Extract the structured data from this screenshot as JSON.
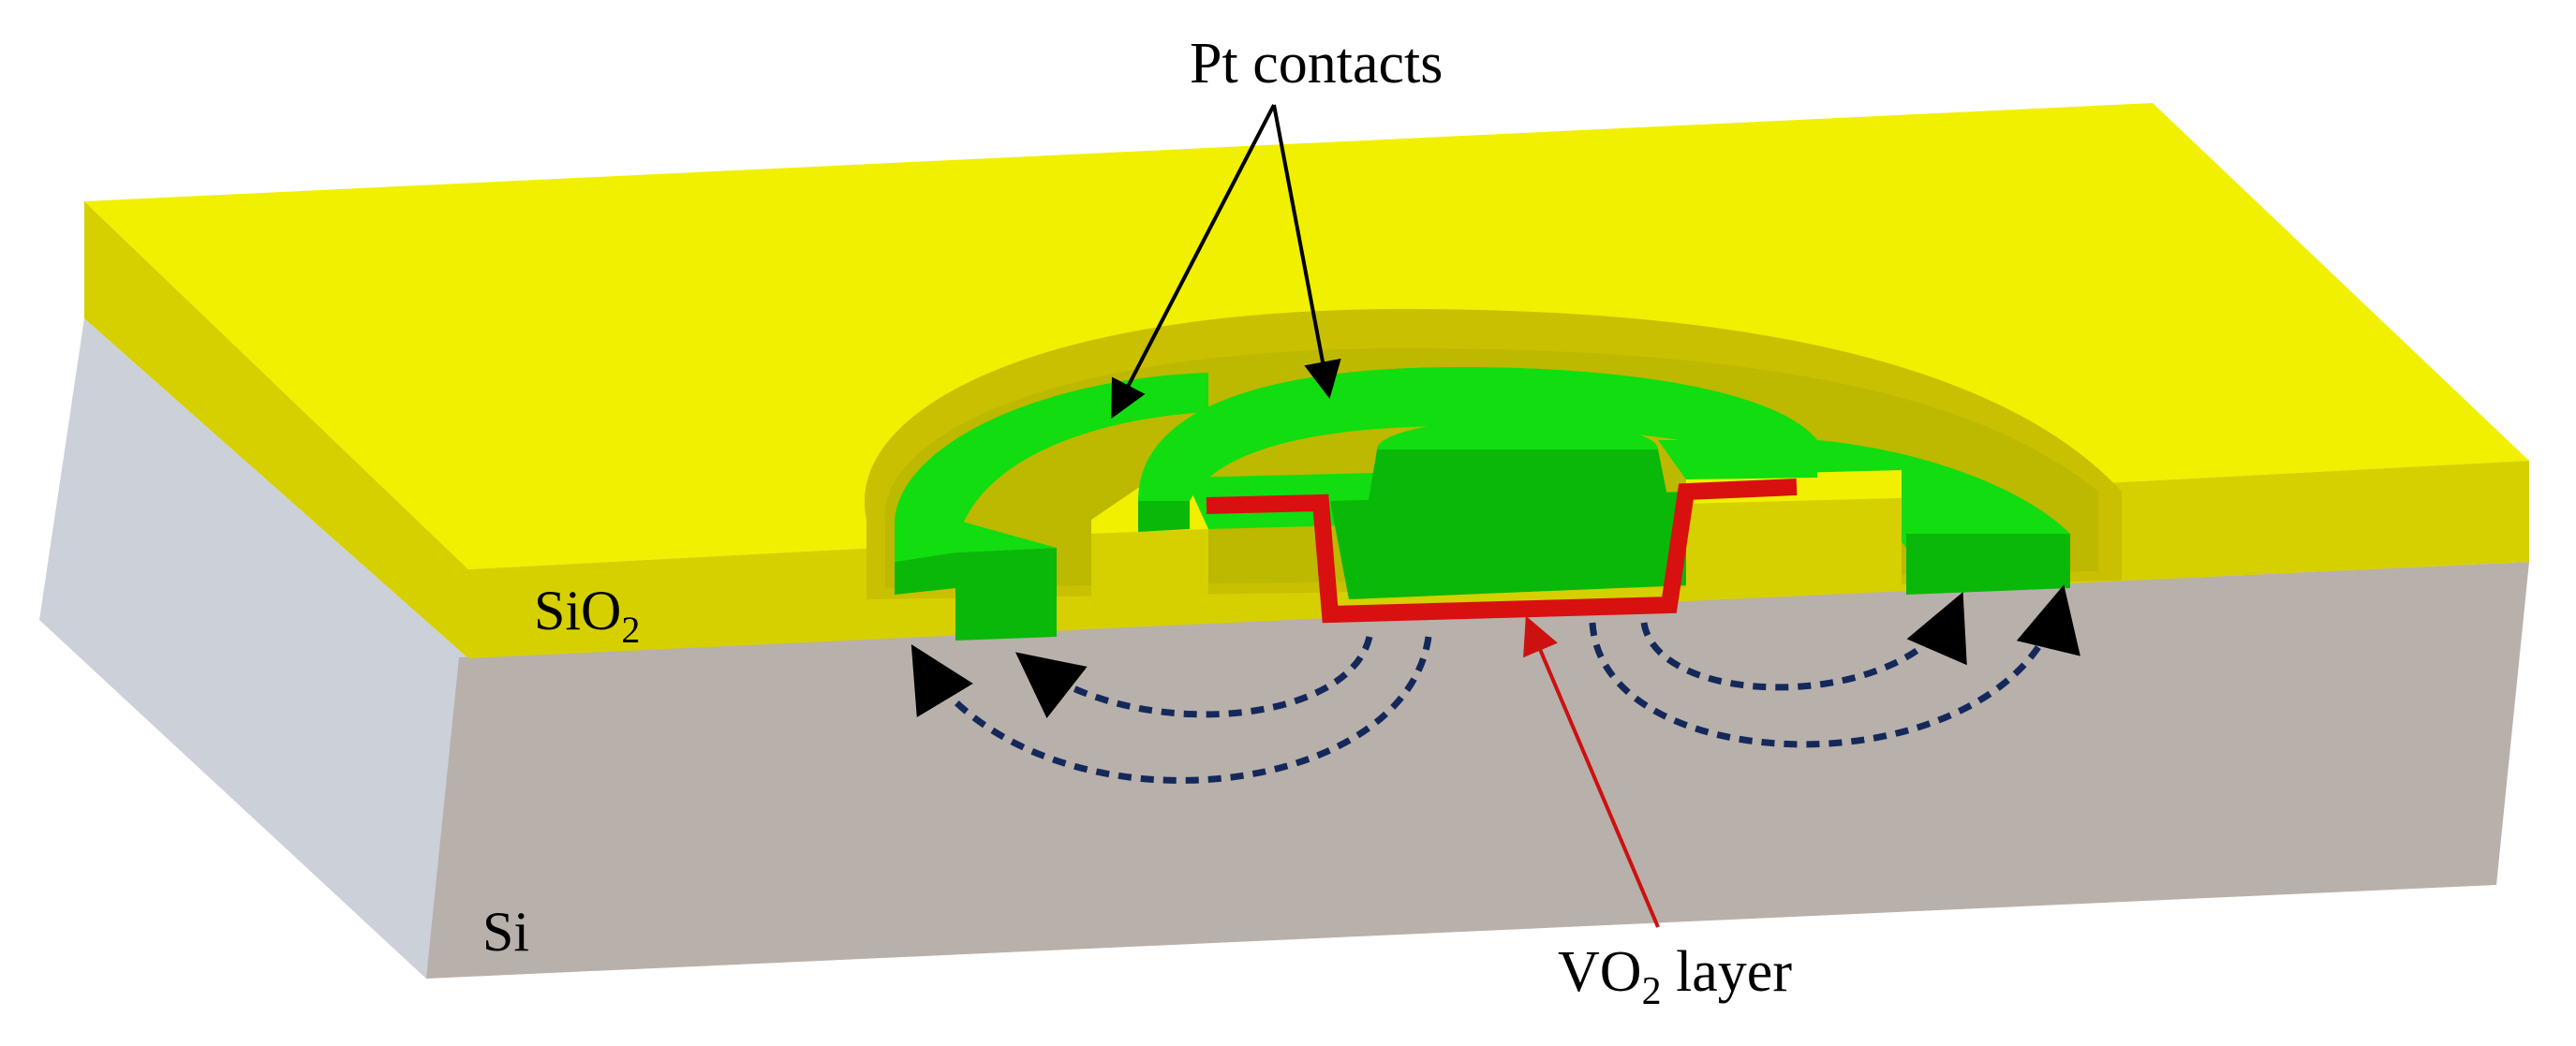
{
  "labels": {
    "pt_contacts": "Pt contacts",
    "sio2_main": "SiO",
    "sio2_sub": "2",
    "si": "Si",
    "vo2_main": "VO",
    "vo2_sub": "2",
    "vo2_rest": " layer"
  },
  "colors": {
    "sio2_top": "#f0f000",
    "sio2_side": "#d6d000",
    "sio2_dark": "#c8c000",
    "si_front": "#b8b0aa",
    "si_left": "#ccd0d8",
    "pt_green": "#11dd11",
    "pt_green_dark": "#0ab80a",
    "vo2_red": "#d81010",
    "arrow_black": "#000000",
    "arrow_red": "#cc1111",
    "field_dash": "#14285a"
  }
}
